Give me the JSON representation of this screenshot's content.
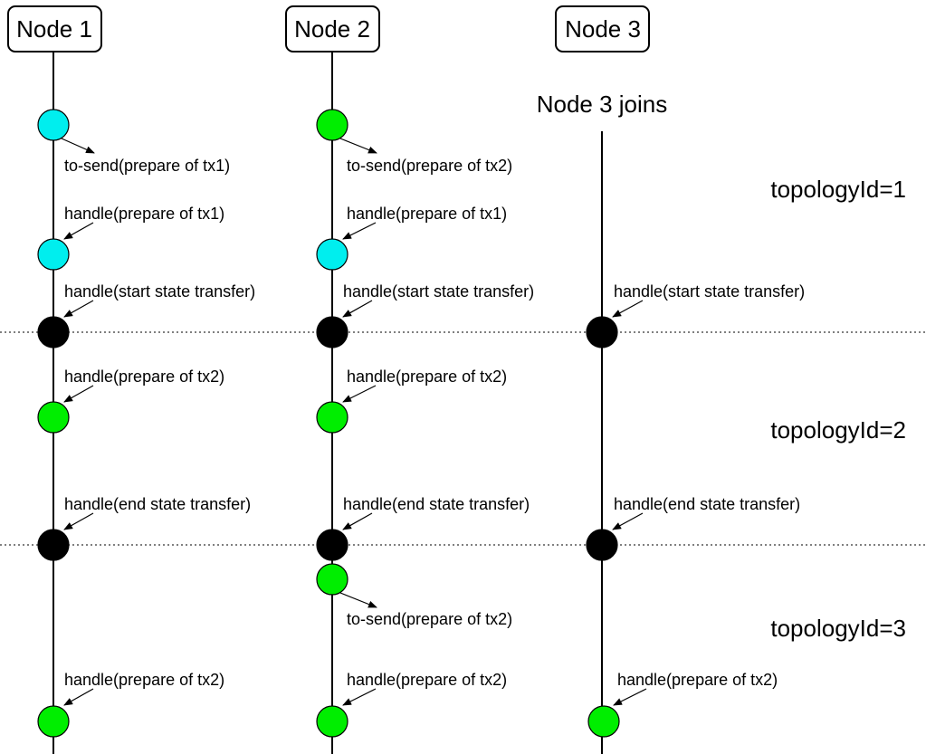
{
  "nodes": [
    {
      "label": "Node 1"
    },
    {
      "label": "Node 2"
    },
    {
      "label": "Node 3"
    }
  ],
  "join_label": "Node 3 joins",
  "topology_labels": [
    "topologyId=1",
    "topologyId=2",
    "topologyId=3"
  ],
  "colors": {
    "prepare_own": "#00ee00",
    "prepare_other": "#00eeee",
    "state_transfer": "#000000"
  },
  "events": [
    {
      "node": 0,
      "color": "cyan",
      "arrow": "out",
      "label": "to-send(prepare of tx1)"
    },
    {
      "node": 1,
      "color": "green",
      "arrow": "out",
      "label": "to-send(prepare of tx2)"
    },
    {
      "node": 0,
      "color": "cyan",
      "arrow": "in",
      "label": "handle(prepare of tx1)"
    },
    {
      "node": 1,
      "color": "cyan",
      "arrow": "in",
      "label": "handle(prepare of tx1)"
    },
    {
      "node": 0,
      "color": "black",
      "arrow": "in",
      "label": "handle(start state transfer)"
    },
    {
      "node": 1,
      "color": "black",
      "arrow": "in",
      "label": "handle(start state transfer)"
    },
    {
      "node": 2,
      "color": "black",
      "arrow": "in",
      "label": "handle(start state transfer)"
    },
    {
      "node": 0,
      "color": "green",
      "arrow": "in",
      "label": "handle(prepare of tx2)"
    },
    {
      "node": 1,
      "color": "green",
      "arrow": "in",
      "label": "handle(prepare of tx2)"
    },
    {
      "node": 0,
      "color": "black",
      "arrow": "in",
      "label": "handle(end state transfer)"
    },
    {
      "node": 1,
      "color": "black",
      "arrow": "in",
      "label": "handle(end state transfer)"
    },
    {
      "node": 2,
      "color": "black",
      "arrow": "in",
      "label": "handle(end state transfer)"
    },
    {
      "node": 1,
      "color": "green",
      "arrow": "out",
      "label": "to-send(prepare of tx2)"
    },
    {
      "node": 0,
      "color": "green",
      "arrow": "in",
      "label": "handle(prepare of tx2)"
    },
    {
      "node": 1,
      "color": "green",
      "arrow": "in",
      "label": "handle(prepare of tx2)"
    },
    {
      "node": 2,
      "color": "green",
      "arrow": "in",
      "label": "handle(prepare of tx2)"
    }
  ]
}
